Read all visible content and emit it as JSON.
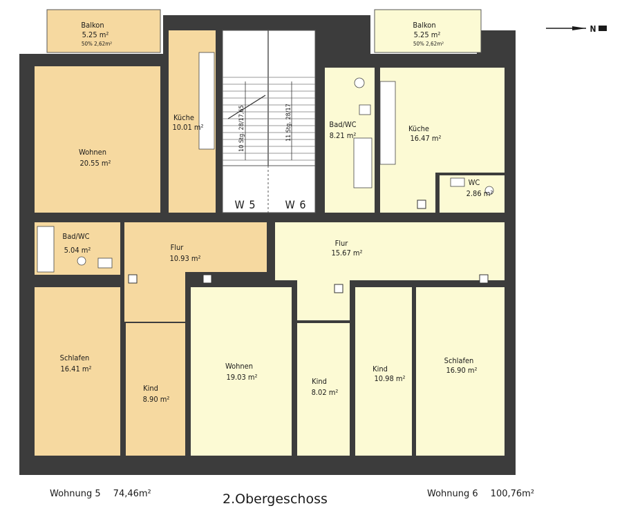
{
  "north_label": "N",
  "title": "2.Obergeschoss",
  "units": {
    "w5": {
      "stair_label": "W 5",
      "name": "Wohnung 5",
      "total": "74,46m²"
    },
    "w6": {
      "stair_label": "W 6",
      "name": "Wohnung 6",
      "total": "100,76m²"
    }
  },
  "stairs": {
    "left": "10 Stg. 28/17,65",
    "right": "11 Stg. 28/17"
  },
  "rooms": {
    "balkon_l": {
      "name": "Balkon",
      "area": "5.25  m²",
      "note": "50%  2,62m²"
    },
    "balkon_r": {
      "name": "Balkon",
      "area": "5.25  m²",
      "note": "50%  2,62m²"
    },
    "wohnen_l": {
      "name": "Wohnen",
      "area": "20.55  m²"
    },
    "kueche_l": {
      "name": "Küche",
      "area": "10.01  m²"
    },
    "bad_l": {
      "name": "Bad/WC",
      "area": "5.04  m²"
    },
    "flur_l": {
      "name": "Flur",
      "area": "10.93  m²"
    },
    "schlafen_l": {
      "name": "Schlafen",
      "area": "16.41  m²"
    },
    "kind_l": {
      "name": "Kind",
      "area": "8.90  m²"
    },
    "bad_r": {
      "name": "Bad/WC",
      "area": "8.21  m²"
    },
    "kueche_r": {
      "name": "Küche",
      "area": "16.47  m²"
    },
    "wc_r": {
      "name": "WC",
      "area": "2.86  m²"
    },
    "flur_r": {
      "name": "Flur",
      "area": "15.67  m²"
    },
    "wohnen_r": {
      "name": "Wohnen",
      "area": "19.03  m²"
    },
    "kind_r1": {
      "name": "Kind",
      "area": "8.02  m²"
    },
    "kind_r2": {
      "name": "Kind",
      "area": "10.98  m²"
    },
    "schlafen_r": {
      "name": "Schlafen",
      "area": "16.90  m²"
    }
  },
  "colors": {
    "unit5_fill": "#f6d9a0",
    "unit6_fill": "#fcfad4",
    "wall": "#3c3c3c",
    "stair_fill": "#ffffff"
  }
}
